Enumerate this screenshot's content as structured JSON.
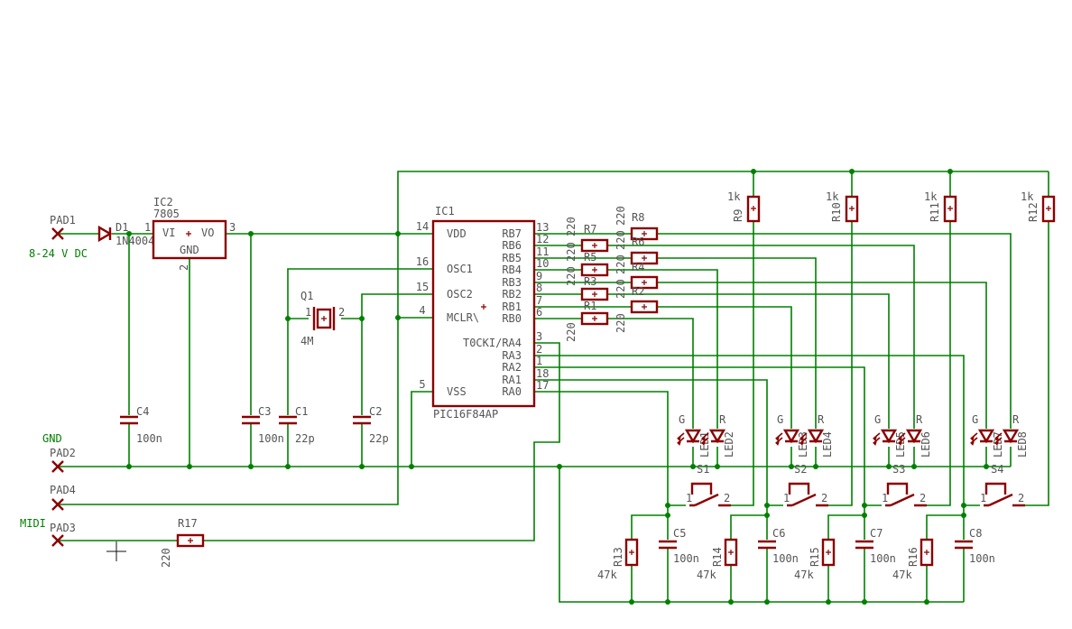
{
  "labels": {
    "pad1": "PAD1",
    "pad1_note": "8-24 V DC",
    "pad2": "PAD2",
    "pad2_net": "GND",
    "pad3": "PAD3",
    "pad3_net": "MIDI",
    "pad4": "PAD4",
    "ic2": "IC2",
    "ic2_val": "7805",
    "ic2_vi": "VI",
    "ic2_vo": "VO",
    "ic2_gnd": "GND",
    "d1": "D1",
    "d1_val": "1N4004",
    "ic1": "IC1",
    "ic1_val": "PIC16F84AP",
    "q1": "Q1",
    "q1_val": "4M",
    "c1": "C1",
    "c1_val": "22p",
    "c2": "C2",
    "c2_val": "22p",
    "c3": "C3",
    "c3_val": "100n",
    "c4": "C4",
    "c4_val": "100n",
    "c5": "C5",
    "c6": "C6",
    "c7": "C7",
    "c8": "C8",
    "c_small_val": "100n",
    "r7": "R7",
    "r8": "R8",
    "r6": "R6",
    "r5": "R5",
    "r4": "R4",
    "r3": "R3",
    "r2": "R2",
    "r1": "R1",
    "r_led_val": "220",
    "r9": "R9",
    "r10": "R10",
    "r11": "R11",
    "r12": "R12",
    "r_pull_val": "1k",
    "r13": "R13",
    "r14": "R14",
    "r15": "R15",
    "r16": "R16",
    "r_sw_val": "47k",
    "r17": "R17",
    "r17_val": "220",
    "s1": "S1",
    "s2": "S2",
    "s3": "S3",
    "s4": "S4",
    "sw_p1": "1",
    "sw_p2": "2",
    "led1": "LED1",
    "led2": "LED2",
    "led3": "LED3",
    "led4": "LED4",
    "led5": "LED5",
    "led6": "LED6",
    "led7": "LED7",
    "led8": "LED8",
    "led_g": "G",
    "led_r": "R"
  },
  "ic1_left_pins": [
    {
      "num": "14",
      "name": "VDD"
    },
    {
      "num": "16",
      "name": "OSC1"
    },
    {
      "num": "15",
      "name": "OSC2"
    },
    {
      "num": "4",
      "name": "MCLR\\"
    },
    {
      "num": "5",
      "name": "VSS"
    }
  ],
  "ic1_right_pins": [
    {
      "num": "13",
      "name": "RB7"
    },
    {
      "num": "12",
      "name": "RB6"
    },
    {
      "num": "11",
      "name": "RB5"
    },
    {
      "num": "10",
      "name": "RB4"
    },
    {
      "num": "9",
      "name": "RB3"
    },
    {
      "num": "8",
      "name": "RB2"
    },
    {
      "num": "7",
      "name": "RB1"
    },
    {
      "num": "6",
      "name": "RB0"
    },
    {
      "num": "3",
      "name": "T0CKI/RA4"
    },
    {
      "num": "2",
      "name": "RA3"
    },
    {
      "num": "1",
      "name": "RA2"
    },
    {
      "num": "18",
      "name": "RA1"
    },
    {
      "num": "17",
      "name": "RA0"
    }
  ],
  "pin_numbers": {
    "ic2_in": "1",
    "ic2_out": "3",
    "ic2_gnd": "2",
    "q1_1": "1",
    "q1_2": "2"
  }
}
